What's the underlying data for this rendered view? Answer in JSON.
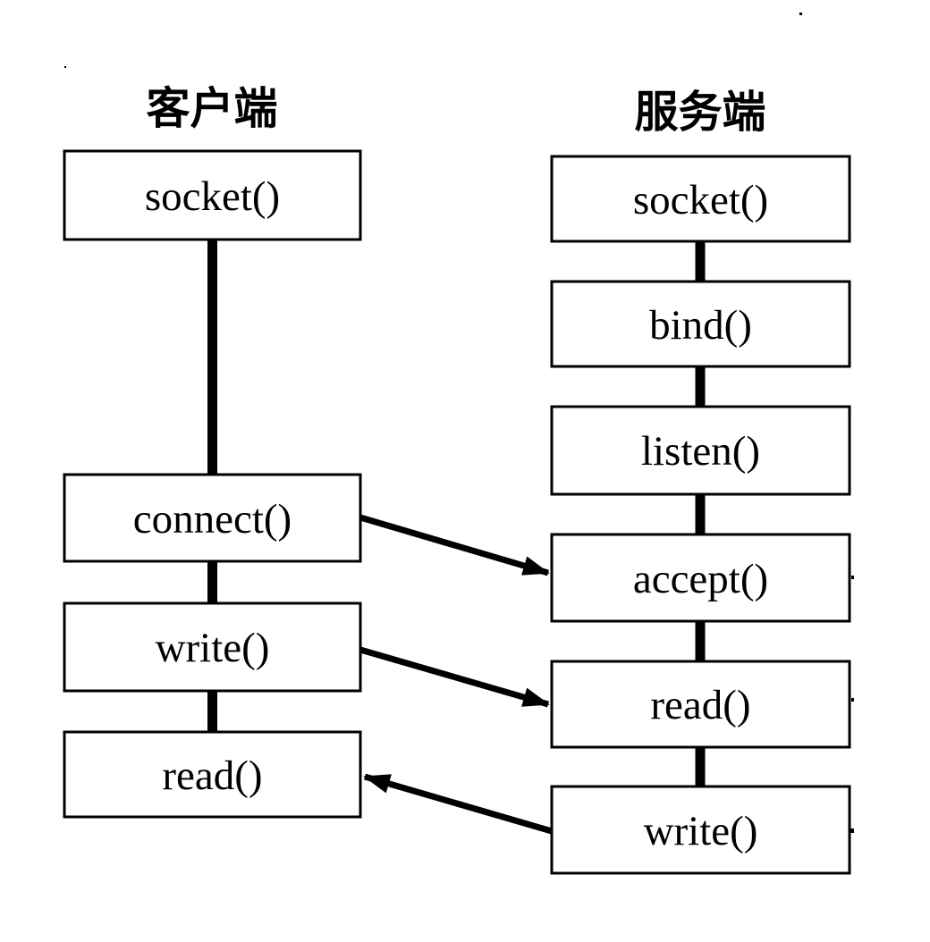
{
  "diagram": {
    "client": {
      "header": "客户端",
      "boxes": [
        {
          "id": "socket",
          "label": "socket()"
        },
        {
          "id": "connect",
          "label": "connect()"
        },
        {
          "id": "write",
          "label": "write()"
        },
        {
          "id": "read",
          "label": "read()"
        }
      ]
    },
    "server": {
      "header": "服务端",
      "boxes": [
        {
          "id": "socket",
          "label": "socket()"
        },
        {
          "id": "bind",
          "label": "bind()"
        },
        {
          "id": "listen",
          "label": "listen()"
        },
        {
          "id": "accept",
          "label": "accept()"
        },
        {
          "id": "read",
          "label": "read()"
        },
        {
          "id": "write",
          "label": "write()"
        }
      ]
    },
    "arrows": [
      {
        "from": "client.connect()",
        "to": "server.accept()"
      },
      {
        "from": "client.write()",
        "to": "server.read()"
      },
      {
        "from": "server.write()",
        "to": "client.read()"
      }
    ],
    "colors": {
      "background": "#ffffff",
      "line": "#000000",
      "box_fill": "#ffffff",
      "text": "#000000"
    }
  }
}
